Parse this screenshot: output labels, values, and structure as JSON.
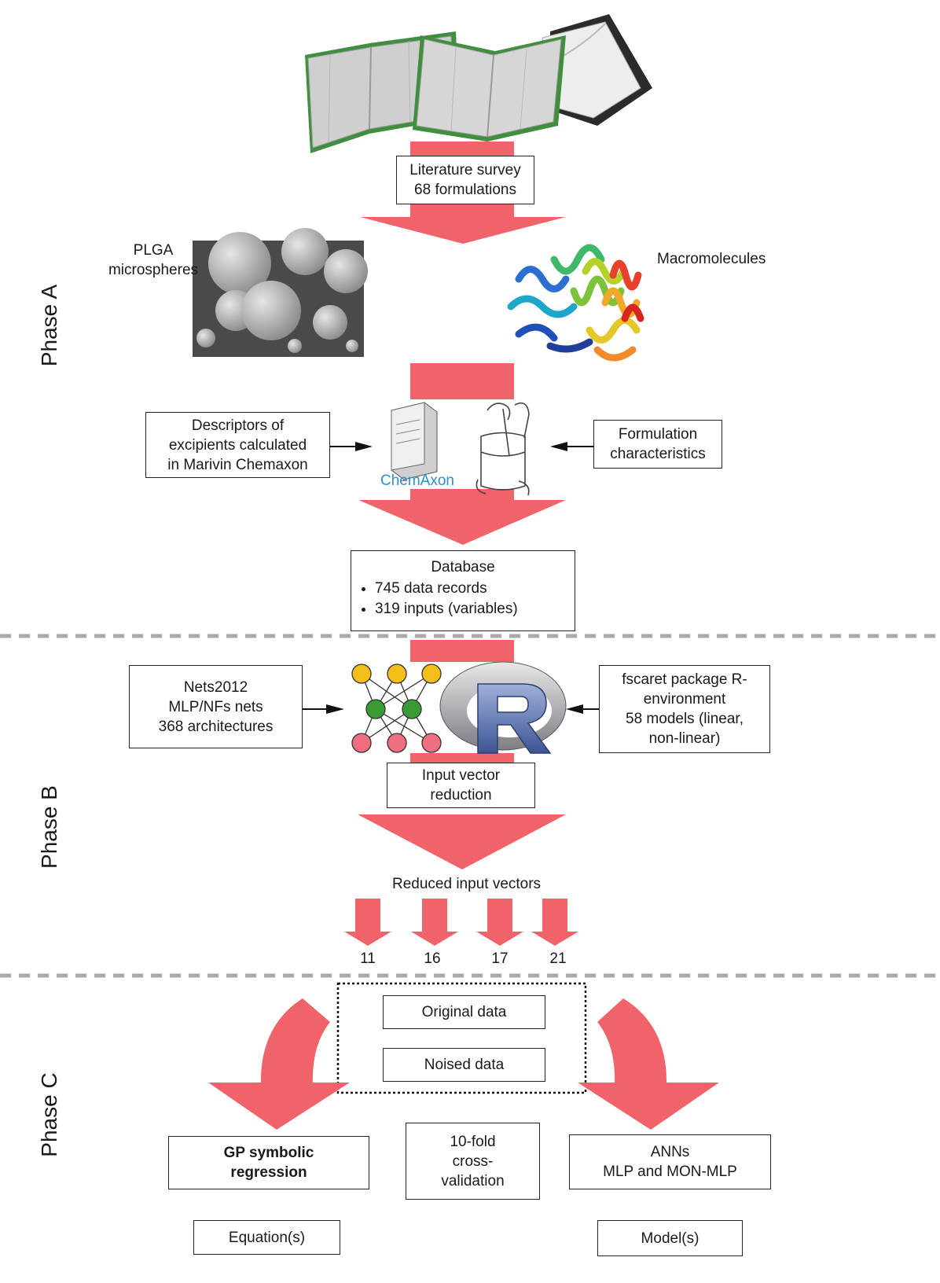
{
  "phases": {
    "a": "Phase A",
    "b": "Phase B",
    "c": "Phase C"
  },
  "phase_a": {
    "literature_line1": "Literature survey",
    "literature_line2": "68 formulations",
    "plga_line1": "PLGA",
    "plga_line2": "microspheres",
    "macromolecules": "Macromolecules",
    "descriptors_line1": "Descriptors of",
    "descriptors_line2": "excipients calculated",
    "descriptors_line3": "in Marivin Chemaxon",
    "chemaxon_label": "ChemAxon",
    "formulation_line1": "Formulation",
    "formulation_line2": "characteristics",
    "database_title": "Database",
    "database_items": [
      "745 data records",
      "319 inputs (variables)"
    ]
  },
  "phase_b": {
    "nets_line1": "Nets2012",
    "nets_line2": "MLP/NFs nets",
    "nets_line3": "368 architectures",
    "fscaret_line1": "fscaret package R-",
    "fscaret_line2": "environment",
    "fscaret_line3": "58 models (linear,",
    "fscaret_line4": "non-linear)",
    "input_line1": "Input vector",
    "input_line2": "reduction",
    "reduced_label": "Reduced input vectors",
    "vector_sizes": [
      "11",
      "16",
      "17",
      "21"
    ]
  },
  "phase_c": {
    "original_data": "Original data",
    "noised_data": "Noised data",
    "gp_line1": "GP symbolic",
    "gp_line2": "regression",
    "cv_line1": "10-fold",
    "cv_line2": "cross-",
    "cv_line3": "validation",
    "ann_line1": "ANNs",
    "ann_line2": "MLP and MON-MLP",
    "equations": "Equation(s)",
    "models": "Model(s)"
  },
  "colors": {
    "arrow": "#f0636a",
    "chemaxon": "#2f8fc6",
    "divider": "#aaaaaa",
    "node_yellow": "#f4c018",
    "node_green": "#3a9b35",
    "node_pink": "#ef6f80"
  }
}
